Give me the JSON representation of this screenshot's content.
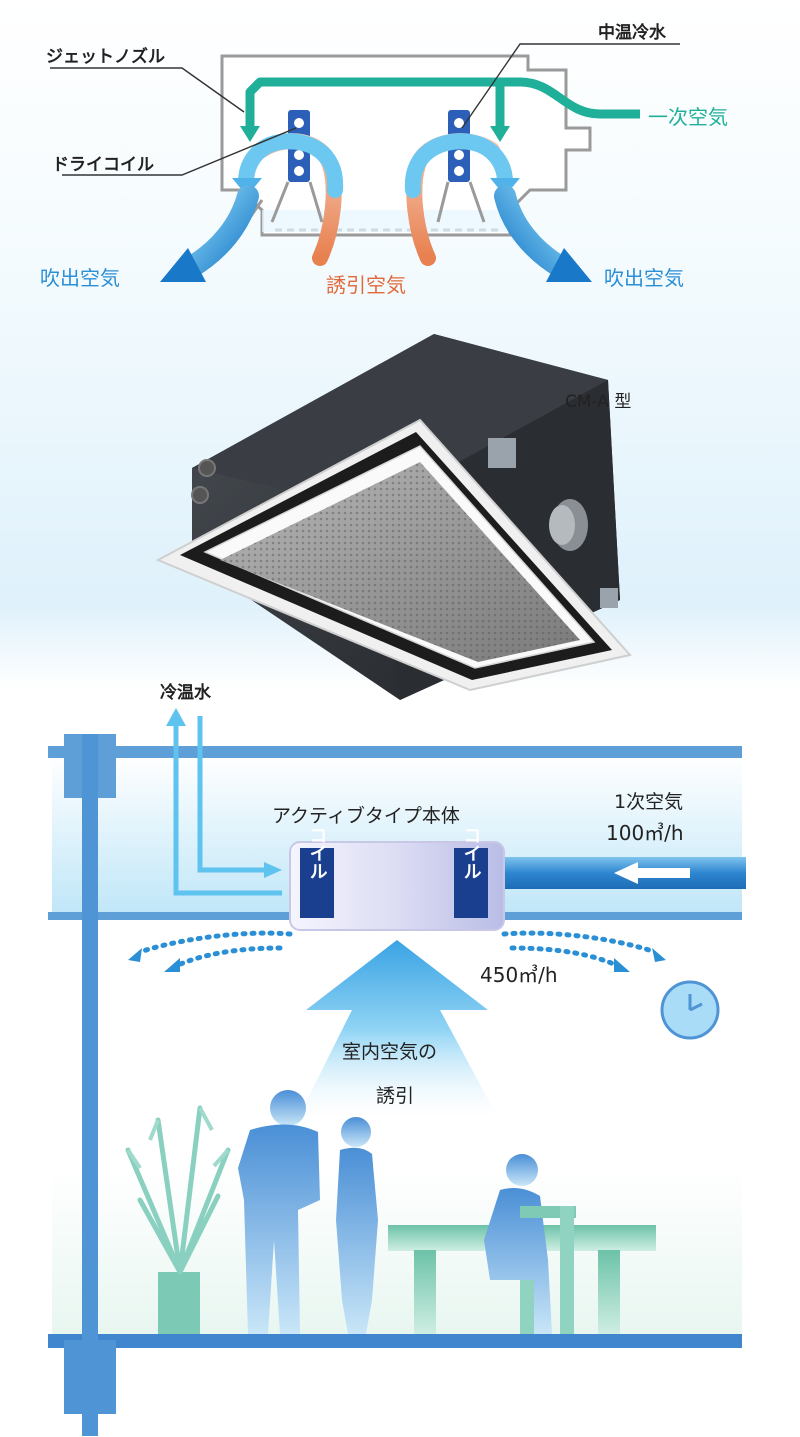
{
  "top_diagram": {
    "jet_nozzle": "ジェットノズル",
    "dry_coil": "ドライコイル",
    "medium_temp_chilled_water": "中温冷水",
    "primary_air": "一次空気",
    "discharge_air_left": "吹出空気",
    "discharge_air_right": "吹出空気",
    "induced_air": "誘引空気"
  },
  "product": {
    "model": "CM-A 型"
  },
  "room_diagram": {
    "hot_cold_water": "冷温水",
    "unit_name": "アクティブタイプ本体",
    "coil_left": "コイル",
    "coil_right": "コイル",
    "primary_air_label": "1次空気",
    "primary_air_volume": "100㎥/h",
    "discharge_volume": "450㎥/h",
    "room_air_induction_line1": "室内空気の",
    "room_air_induction_line2": "誘引"
  },
  "colors": {
    "teal": "#20b09a",
    "blue": "#2b8fd6",
    "sky": "#5fc3ef",
    "orange": "#e8804f",
    "structure": "#5e9fd8",
    "navy": "#1b3f8f"
  }
}
